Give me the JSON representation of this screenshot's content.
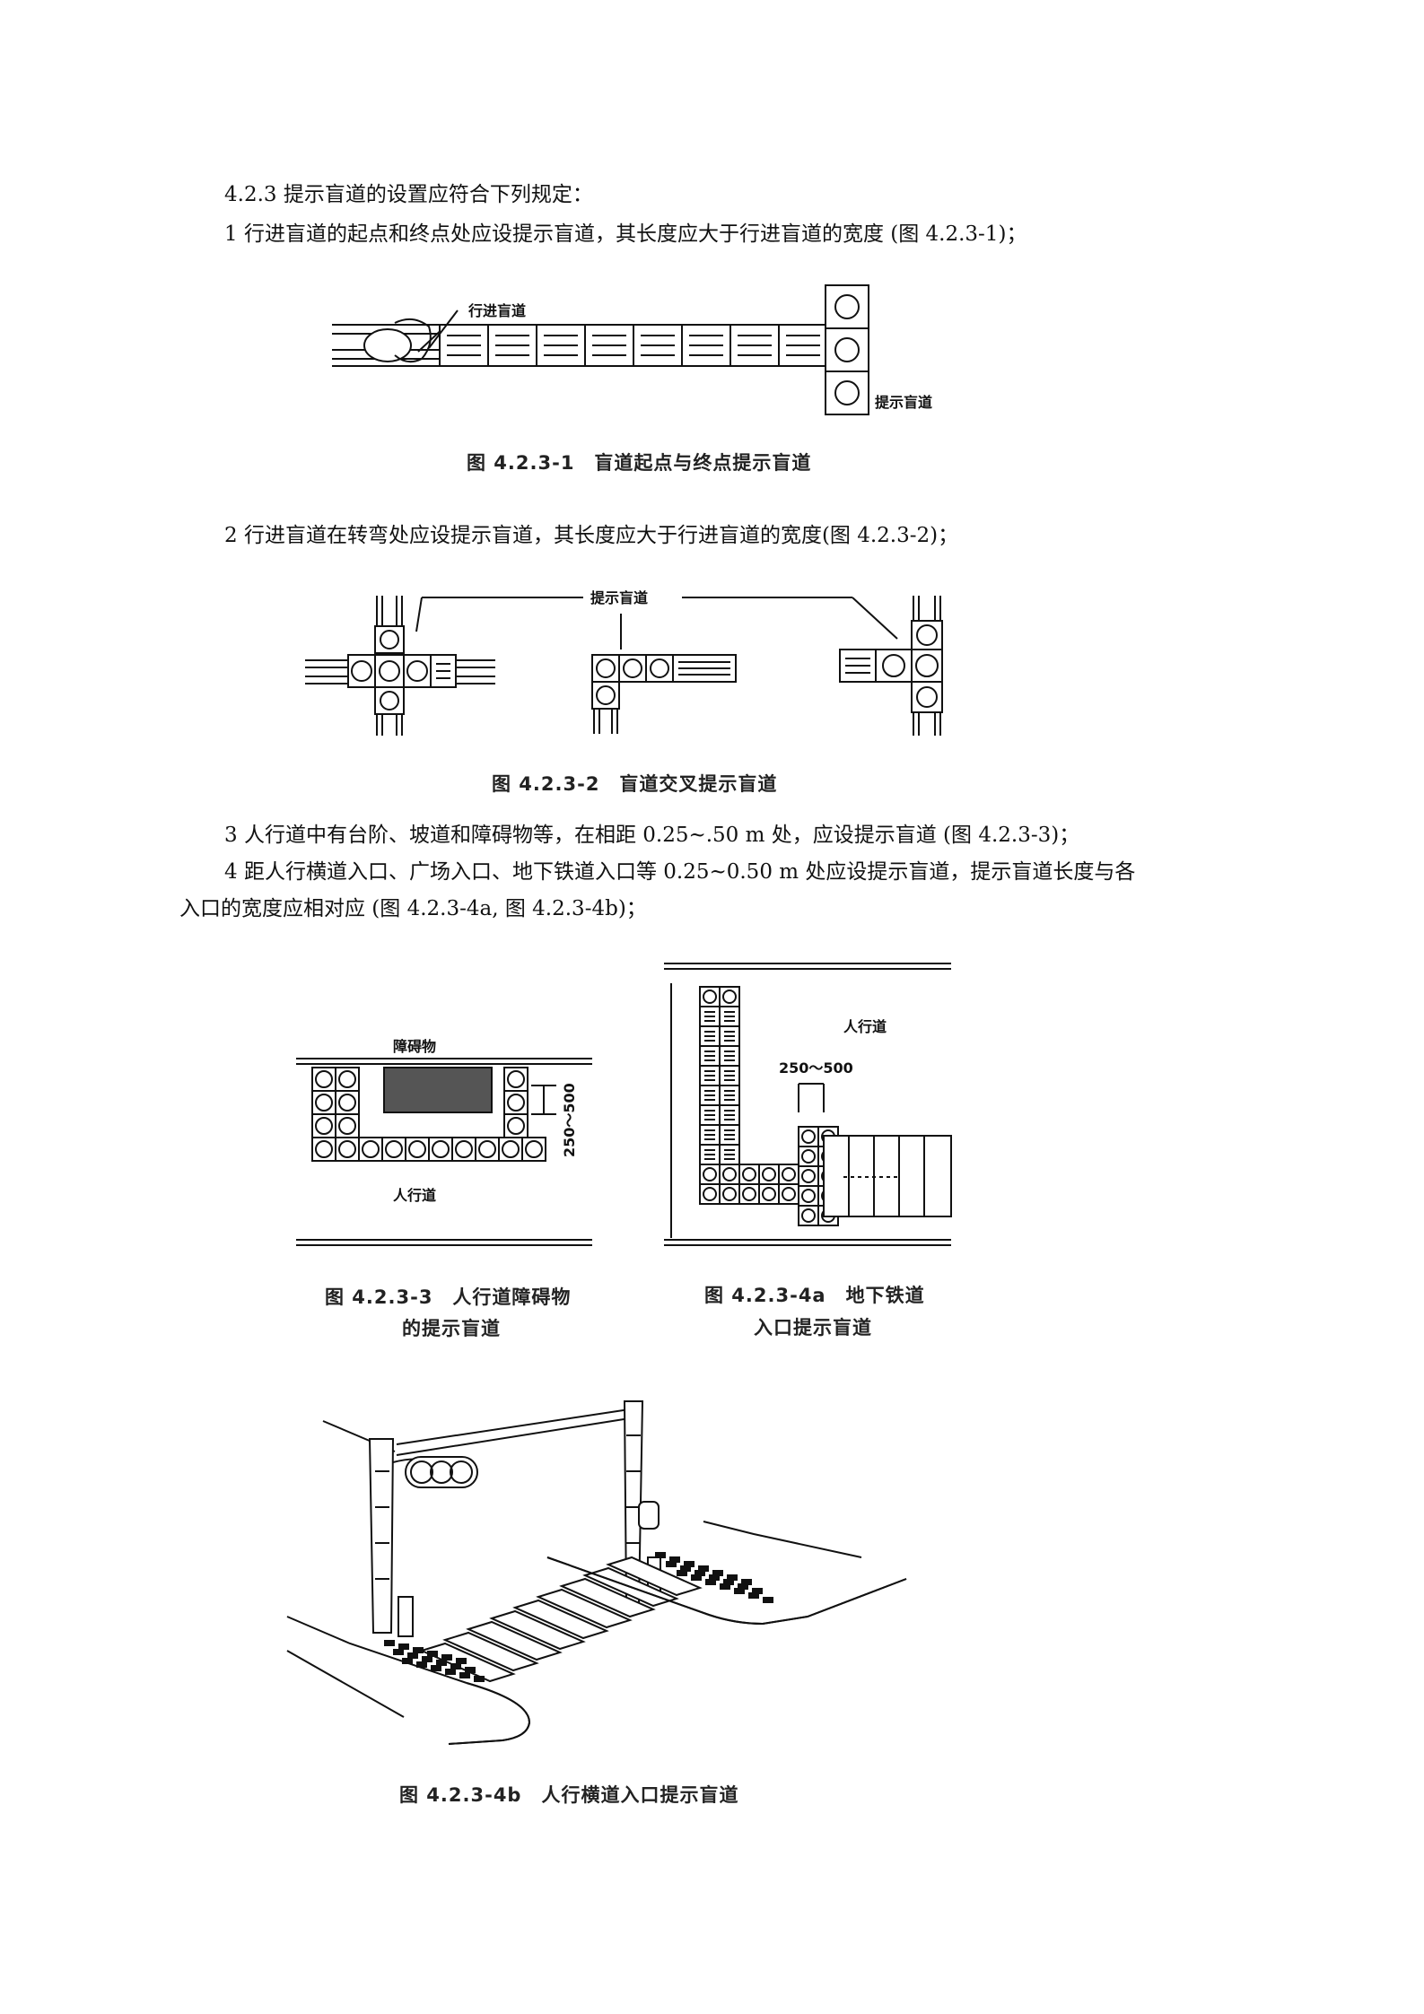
{
  "doc": {
    "heading": "4.2.3 提示盲道的设置应符合下列规定：",
    "item1": "1 行进盲道的起点和终点处应设提示盲道，其长度应大于行进盲道的宽度 (图 4.2.3-1)；",
    "item2": "2 行进盲道在转弯处应设提示盲道，其长度应大于行进盲道的宽度(图 4.2.3-2)；",
    "item3": "3 人行道中有台阶、坡道和障碍物等，在相距 0.25~.50 m 处，应设提示盲道 (图 4.2.3-3)；",
    "item4_line1": "4 距人行横道入口、广场入口、地下铁道入口等 0.25~0.50 m 处应设提示盲道，提示盲道长度与各",
    "item4_line2": "入口的宽度应相对应 (图 4.2.3-4a, 图 4.2.3-4b)；"
  },
  "fig1": {
    "label_travel": "行进盲道",
    "label_warning": "提示盲道",
    "caption": "图 4.2.3-1　盲道起点与终点提示盲道"
  },
  "fig2": {
    "label_warning": "提示盲道",
    "caption": "图 4.2.3-2　盲道交叉提示盲道"
  },
  "fig3": {
    "label_obstacle": "障碍物",
    "label_sidewalk": "人行道",
    "dimension": "250～500",
    "caption_line1": "图 4.2.3-3　人行道障碍物",
    "caption_line2": "的提示盲道"
  },
  "fig4a": {
    "label_sidewalk": "人行道",
    "dimension": "250～500",
    "caption_line1": "图 4.2.3-4a　地下铁道",
    "caption_line2": "入口提示盲道"
  },
  "fig4b": {
    "caption": "图 4.2.3-4b　人行横道入口提示盲道"
  }
}
